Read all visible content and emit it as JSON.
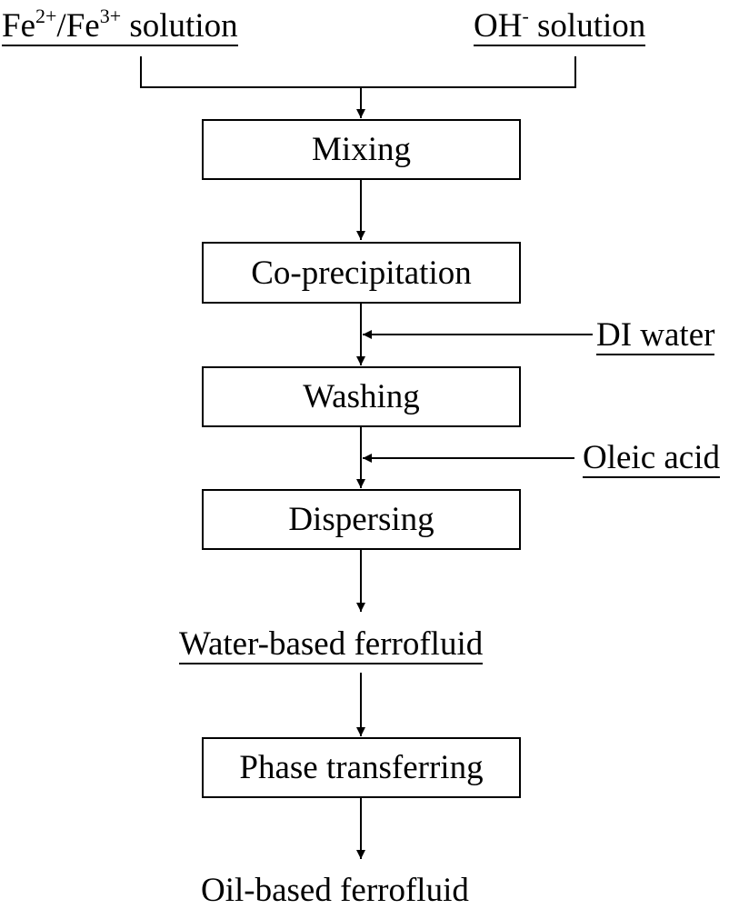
{
  "inputs": {
    "iron": {
      "a": "Fe",
      "sup_a": "2+",
      "mid": "/Fe",
      "sup_b": "3+",
      "tail": " solution"
    },
    "hydroxide": {
      "a": "OH",
      "sup": "-",
      "tail": " solution"
    }
  },
  "steps": {
    "mixing": "Mixing",
    "coprecipitation": "Co-precipitation",
    "washing": "Washing",
    "dispersing": "Dispersing",
    "phase_transferring": "Phase transferring"
  },
  "additives": {
    "di_water": "DI water",
    "oleic_acid": "Oleic acid"
  },
  "products": {
    "water_based": "Water-based ferrofluid",
    "oil_based": "Oil-based ferrofluid"
  }
}
